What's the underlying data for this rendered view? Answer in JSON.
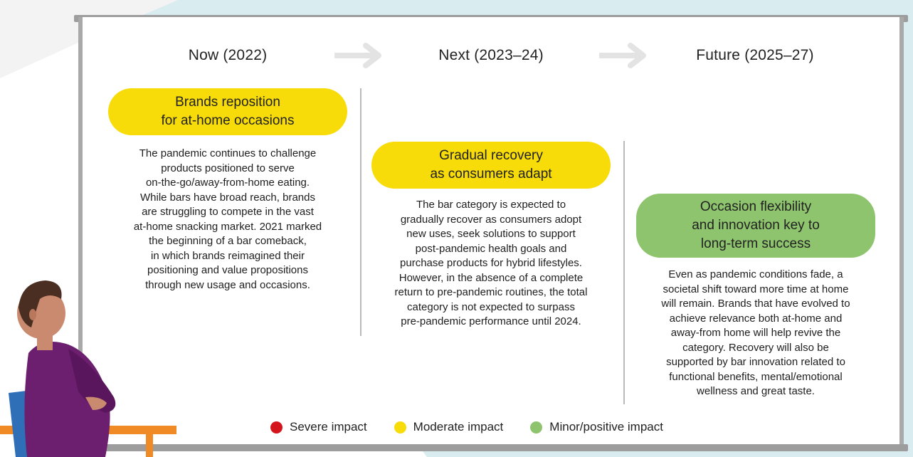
{
  "columns": [
    {
      "title": "Now (2022)",
      "headline": [
        "Brands reposition",
        "for at-home occasions"
      ],
      "impact": "moderate",
      "body": [
        "The pandemic continues to challenge",
        "products positioned to serve",
        "on-the-go/away-from-home eating.",
        "While bars have broad reach, brands",
        "are struggling to compete in the vast",
        "at-home snacking market. 2021 marked",
        "the beginning of a bar comeback,",
        "in which brands reimagined their",
        "positioning and value propositions",
        "through new usage and occasions."
      ]
    },
    {
      "title": "Next (2023–24)",
      "headline": [
        "Gradual recovery",
        "as consumers adapt"
      ],
      "impact": "moderate",
      "body": [
        "The bar category is expected to",
        "gradually recover as consumers adopt",
        "new uses, seek solutions to support",
        "post-pandemic health goals and",
        "purchase products for hybrid lifestyles.",
        "However, in the absence of a complete",
        "return to pre-pandemic routines, the total",
        "category is not expected to surpass",
        "pre-pandemic performance until 2024."
      ]
    },
    {
      "title": "Future (2025–27)",
      "headline": [
        "Occasion flexibility",
        "and innovation key to",
        "long-term success"
      ],
      "impact": "minor",
      "body": [
        "Even as pandemic conditions fade, a",
        "societal shift toward more time at home",
        "will remain. Brands that have evolved to",
        "achieve relevance both at-home and",
        "away-from home will help revive the",
        "category. Recovery will also be",
        "supported by bar innovation related to",
        "functional benefits, mental/emotional",
        "wellness and great taste."
      ]
    }
  ],
  "legend": [
    {
      "label": "Severe impact",
      "color": "#d4161c"
    },
    {
      "label": "Moderate impact",
      "color": "#f7dc0a"
    },
    {
      "label": "Minor/positive impact",
      "color": "#8ec46d"
    }
  ],
  "colors": {
    "moderate": "#f7dc0a",
    "minor": "#8ec46d",
    "board_frame": "#a9a9a9",
    "wall": "#d9ecef"
  },
  "icons": {
    "arrow": "right-arrow-icon",
    "person": "person-illustration"
  }
}
